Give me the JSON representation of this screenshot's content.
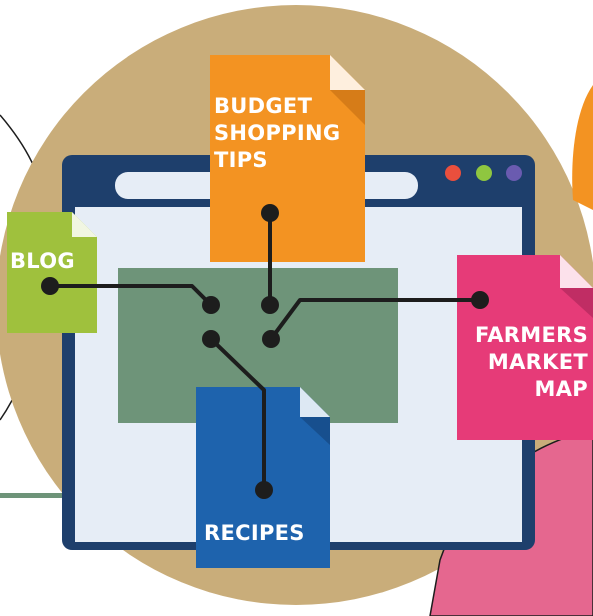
{
  "documents": {
    "budget": {
      "lines": [
        "BUDGET",
        "SHOPPING",
        "TIPS"
      ],
      "color": "#f39322"
    },
    "blog": {
      "label": "BLOG",
      "color": "#9fc13d"
    },
    "farmers": {
      "lines": [
        "FARMERS",
        "MARKET",
        "MAP"
      ],
      "color": "#e63b78"
    },
    "recipes": {
      "label": "RECIPES",
      "color": "#1e63ad"
    }
  },
  "colors": {
    "circle": "#c9ad7a",
    "browser_frame": "#1e3f6c",
    "browser_body": "#e6edf6",
    "content_block": "#6e9479",
    "connector": "#1d1d1d",
    "window_dots": [
      "#ea4f3d",
      "#8fc640",
      "#6a5bb0"
    ]
  }
}
